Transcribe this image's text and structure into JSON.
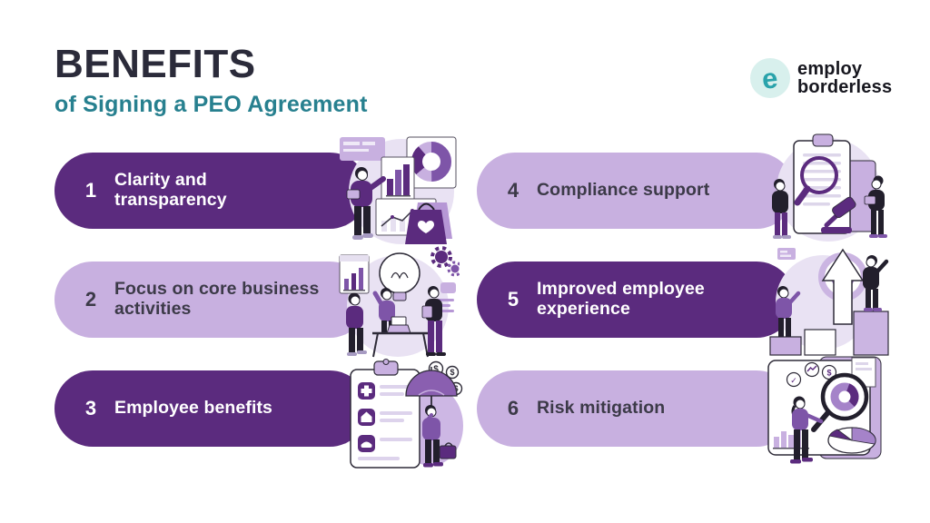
{
  "header": {
    "title": "BENEFITS",
    "subtitle": "of Signing a PEO Agreement"
  },
  "logo": {
    "mark": "e",
    "line1": "employ",
    "line2": "borderless"
  },
  "items": [
    {
      "number": "1",
      "label": "Clarity and transparency",
      "variant": "dark",
      "illustration": "person-presenting-charts-shopping-bag"
    },
    {
      "number": "2",
      "label": "Focus on core business activities",
      "variant": "light",
      "illustration": "team-lightbulb-gears-desk"
    },
    {
      "number": "3",
      "label": "Employee benefits",
      "variant": "dark",
      "illustration": "benefits-checklist-umbrella-coins"
    },
    {
      "number": "4",
      "label": "Compliance support",
      "variant": "light",
      "illustration": "document-magnifier-gavel"
    },
    {
      "number": "5",
      "label": "Improved employee experience",
      "variant": "dark",
      "illustration": "target-arrow-growth-steps"
    },
    {
      "number": "6",
      "label": "Risk mitigation",
      "variant": "light",
      "illustration": "dashboard-magnifier-pie"
    }
  ],
  "glyphs": {
    "dollar": "$",
    "check": "✓"
  },
  "colors": {
    "background": "#ffffff",
    "title": "#2b2b3a",
    "subtitle_teal": "#27808f",
    "pill_dark": "#5b2b7e",
    "pill_light": "#c8b0e0",
    "pill_dark_text": "#ffffff",
    "pill_light_text": "#3c3a48",
    "illustration_bg": "#e9e2f3",
    "accent_mid_purple": "#7e55a8",
    "logo_teal": "#2aa3ab",
    "logo_circle": "#d8f0ed"
  }
}
